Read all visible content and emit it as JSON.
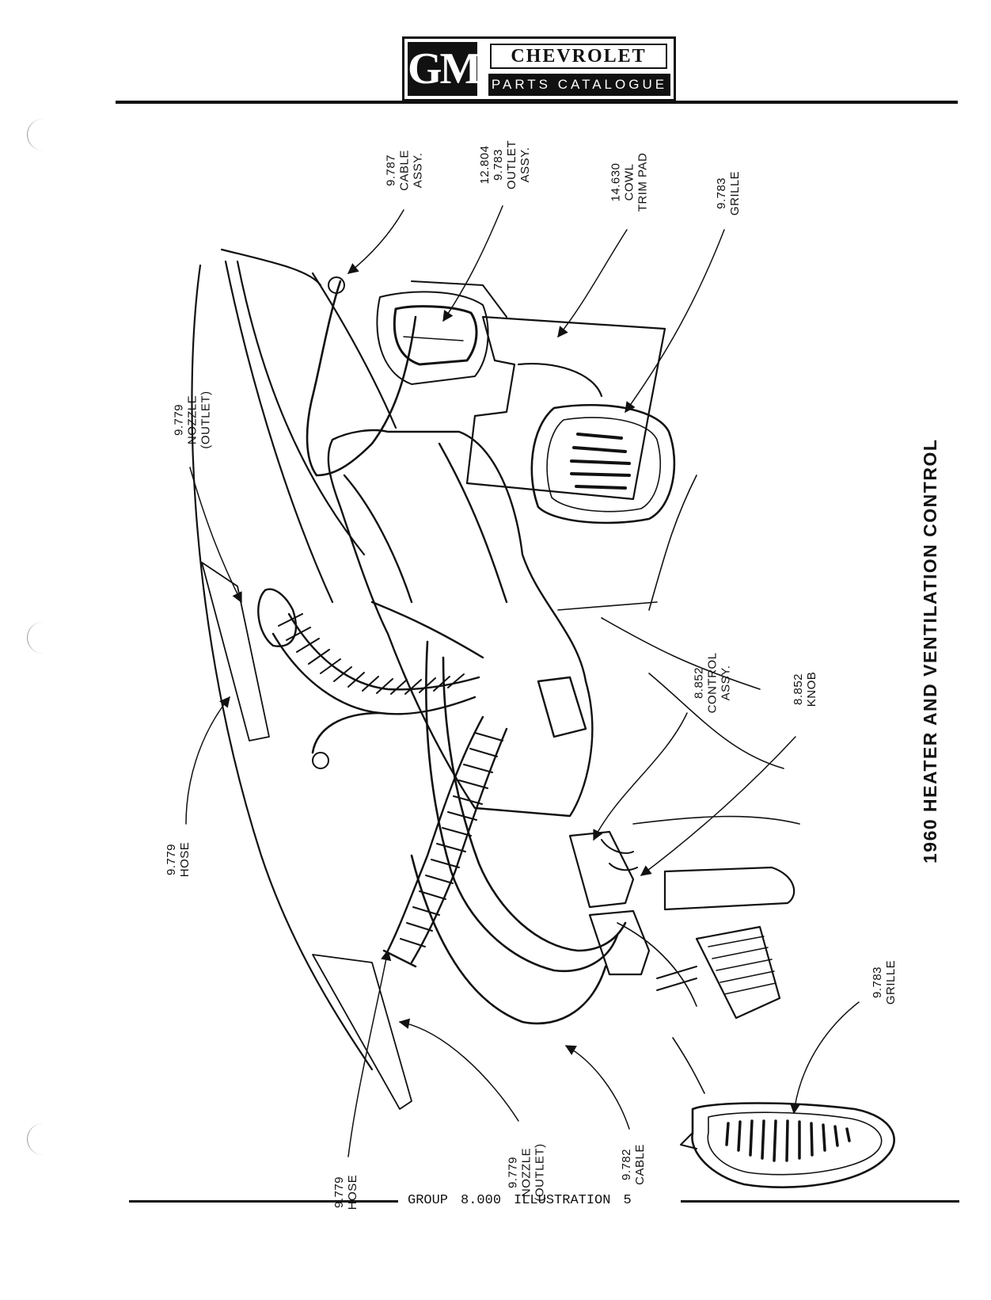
{
  "header": {
    "logo_mark": "GM",
    "brand": "CHEVROLET",
    "catalogue": "PARTS CATALOGUE"
  },
  "title": "1960 HEATER AND VENTILATION CONTROL",
  "footer": {
    "group_label": "GROUP",
    "group_number": "8.000",
    "illustration_label": "ILLUSTRATION",
    "illustration_number": "5"
  },
  "callouts": [
    {
      "id": "cable-assy",
      "lines": [
        "9.787",
        "CABLE",
        "ASSY."
      ]
    },
    {
      "id": "outlet-assy",
      "lines": [
        "12.804",
        "9.783",
        "OUTLET",
        "ASSY."
      ]
    },
    {
      "id": "cowl-trim-pad",
      "lines": [
        "14.630",
        "COWL",
        "TRIM PAD"
      ]
    },
    {
      "id": "grille-upper",
      "lines": [
        "9.783",
        "GRILLE"
      ]
    },
    {
      "id": "nozzle-outlet-left",
      "lines": [
        "9.779",
        "NOZZLE",
        "(OUTLET)"
      ]
    },
    {
      "id": "control-assy",
      "lines": [
        "8.852",
        "CONTROL",
        "ASSY."
      ]
    },
    {
      "id": "knob",
      "lines": [
        "8.852",
        "KNOB"
      ]
    },
    {
      "id": "hose-left",
      "lines": [
        "9.779",
        "HOSE"
      ]
    },
    {
      "id": "grille-lower",
      "lines": [
        "9.783",
        "GRILLE"
      ]
    },
    {
      "id": "hose-bottom",
      "lines": [
        "9.779",
        "HOSE"
      ]
    },
    {
      "id": "nozzle-outlet-bottom",
      "lines": [
        "9.779",
        "NOZZLE",
        "(OUTLET)"
      ]
    },
    {
      "id": "cable",
      "lines": [
        "9.782",
        "CABLE"
      ]
    }
  ]
}
